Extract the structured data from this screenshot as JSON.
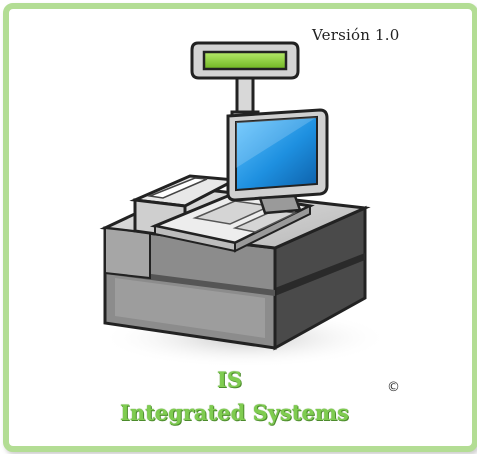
{
  "splash": {
    "version_label": "Versión 1.0",
    "brand_abbr": "IS",
    "brand_name": "Integrated Systems",
    "copyright_symbol": "©"
  },
  "colors": {
    "frame_border": "#b3dd94",
    "brand_text": "#7fcc50",
    "brand_outline": "#4c8b2c",
    "display_green": "#8ed13d",
    "screen_blue": "#1e90e0"
  },
  "icons": {
    "illustration": "cash-register-icon"
  }
}
